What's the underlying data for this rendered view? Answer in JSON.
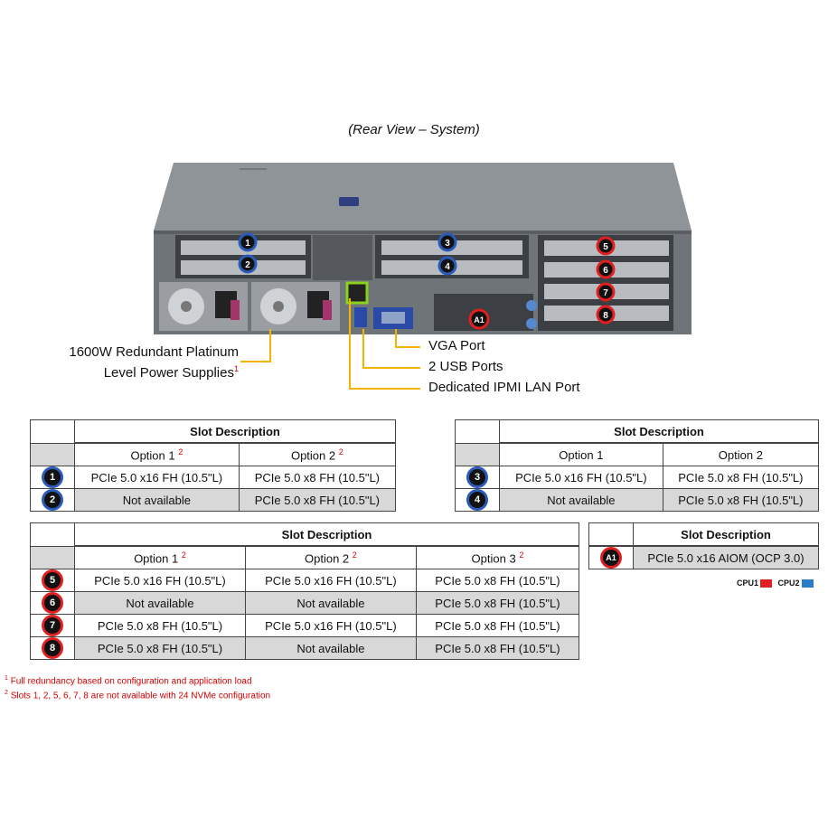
{
  "caption": "(Rear View – System)",
  "callouts": {
    "vga": "VGA Port",
    "usb": "2 USB Ports",
    "ipmi": "Dedicated IPMI LAN Port",
    "psu_line1": "1600W Redundant Platinum",
    "psu_line2": "Level Power Supplies",
    "psu_sup": "1"
  },
  "server_markers": [
    "1",
    "2",
    "3",
    "4",
    "5",
    "6",
    "7",
    "8",
    "A1"
  ],
  "colors": {
    "cpu1": "#e02020",
    "cpu2": "#2a5bb8",
    "callout_line": "#f2b600"
  },
  "table_a": {
    "title": "Slot Description",
    "options": [
      {
        "label": "Option 1",
        "sup": "2"
      },
      {
        "label": "Option 2",
        "sup": "2"
      }
    ],
    "rows": [
      {
        "slot": "1",
        "cpu": "blue",
        "values": [
          "PCIe 5.0 x16 FH (10.5\"L)",
          "PCIe 5.0 x8 FH (10.5\"L)"
        ]
      },
      {
        "slot": "2",
        "cpu": "blue",
        "values": [
          "Not available",
          "PCIe 5.0 x8 FH (10.5\"L)"
        ]
      }
    ]
  },
  "table_b": {
    "title": "Slot Description",
    "options": [
      {
        "label": "Option 1",
        "sup": ""
      },
      {
        "label": "Option 2",
        "sup": ""
      }
    ],
    "rows": [
      {
        "slot": "3",
        "cpu": "blue",
        "values": [
          "PCIe 5.0 x16 FH (10.5\"L)",
          "PCIe 5.0 x8 FH (10.5\"L)"
        ]
      },
      {
        "slot": "4",
        "cpu": "blue",
        "values": [
          "Not available",
          "PCIe 5.0 x8 FH (10.5\"L)"
        ]
      }
    ]
  },
  "table_c": {
    "title": "Slot Description",
    "options": [
      {
        "label": "Option 1",
        "sup": "2"
      },
      {
        "label": "Option 2",
        "sup": "2"
      },
      {
        "label": "Option 3",
        "sup": "2"
      }
    ],
    "rows": [
      {
        "slot": "5",
        "cpu": "red",
        "values": [
          "PCIe 5.0 x16 FH (10.5\"L)",
          "PCIe 5.0 x16 FH (10.5\"L)",
          "PCIe 5.0 x8 FH (10.5\"L)"
        ]
      },
      {
        "slot": "6",
        "cpu": "red",
        "values": [
          "Not available",
          "Not available",
          "PCIe 5.0 x8 FH (10.5\"L)"
        ]
      },
      {
        "slot": "7",
        "cpu": "red",
        "values": [
          "PCIe 5.0 x8 FH (10.5\"L)",
          "PCIe 5.0 x16 FH (10.5\"L)",
          "PCIe 5.0 x8 FH (10.5\"L)"
        ]
      },
      {
        "slot": "8",
        "cpu": "red",
        "values": [
          "PCIe 5.0 x8 FH (10.5\"L)",
          "Not available",
          "PCIe 5.0 x8 FH (10.5\"L)"
        ]
      }
    ]
  },
  "table_d": {
    "title": "Slot Description",
    "rows": [
      {
        "slot": "A1",
        "cpu": "red",
        "values": [
          "PCIe 5.0 x16 AIOM (OCP 3.0)"
        ]
      }
    ]
  },
  "legend": {
    "cpu1": "CPU1",
    "cpu2": "CPU2"
  },
  "footnotes": [
    {
      "sup": "1",
      "text": "Full redundancy based on configuration and application load"
    },
    {
      "sup": "2",
      "text": "Slots 1, 2, 5, 6, 7, 8 are not available with 24 NVMe configuration"
    }
  ]
}
